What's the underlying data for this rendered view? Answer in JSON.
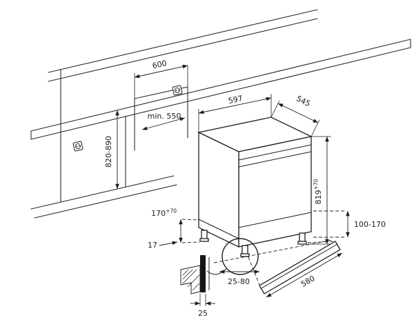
{
  "drawing": {
    "type": "built-under-appliance-installation-diagram",
    "colors": {
      "line": "#1c1c1c",
      "background": "#ffffff"
    }
  },
  "labels": {
    "niche_width": "600",
    "niche_depth": "min. 550",
    "niche_height": "820-890",
    "appliance_width": "597",
    "appliance_depth": "545",
    "appliance_height_value": "819",
    "appliance_height_tolerance": "+70",
    "plinth_height_value": "170",
    "plinth_height_tolerance": "+70",
    "floor_gap": "17",
    "plinth_recess_depth": "100-170",
    "plinth_adjust_range": "25-80",
    "plinth_board_length": "580",
    "door_panel_thickness": "25"
  },
  "icons": {
    "socket": "power-socket"
  }
}
